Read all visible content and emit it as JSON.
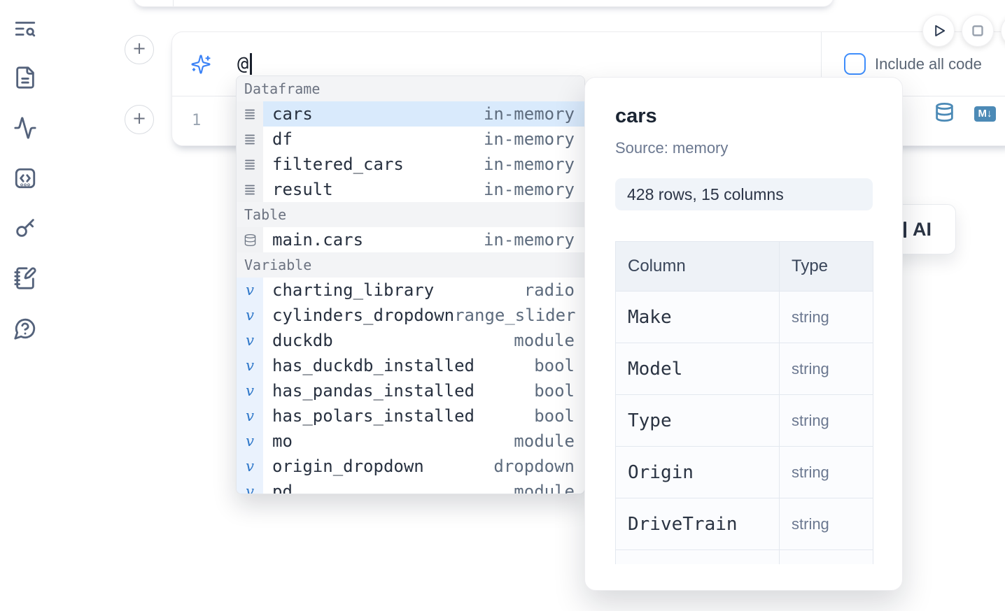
{
  "colors": {
    "accent_blue": "#3b82f6",
    "steel_blue": "#4c8ab6",
    "selected_row_bg": "#d9eafc"
  },
  "sidebar": {
    "items": [
      {
        "icon": "list-search-icon"
      },
      {
        "icon": "file-document-icon"
      },
      {
        "icon": "activity-icon"
      },
      {
        "icon": "code-snippet-icon"
      },
      {
        "icon": "key-icon"
      },
      {
        "icon": "notebook-pen-icon"
      },
      {
        "icon": "help-chat-icon"
      }
    ]
  },
  "cell_toolbar": {
    "run_icon": "play-icon",
    "stop_icon": "stop-icon",
    "include_all_code_label": "Include all code",
    "include_all_code_checked": false
  },
  "ai_prompt": {
    "icon": "sparkles-icon",
    "value": "@"
  },
  "code_editor": {
    "line_number": "1",
    "actions": [
      {
        "icon": "database-icon"
      },
      {
        "icon": "markdown-icon",
        "badge": "M↓"
      }
    ]
  },
  "autocomplete": {
    "sections": [
      {
        "label": "Dataframe",
        "items": [
          {
            "name": "cars",
            "meta": "in-memory",
            "selected": true
          },
          {
            "name": "df",
            "meta": "in-memory"
          },
          {
            "name": "filtered_cars",
            "meta": "in-memory"
          },
          {
            "name": "result",
            "meta": "in-memory"
          }
        ]
      },
      {
        "label": "Table",
        "items": [
          {
            "name": "main.cars",
            "meta": "in-memory"
          }
        ]
      },
      {
        "label": "Variable",
        "items": [
          {
            "name": "charting_library",
            "meta": "radio"
          },
          {
            "name": "cylinders_dropdown",
            "meta": "range_slider"
          },
          {
            "name": "duckdb",
            "meta": "module"
          },
          {
            "name": "has_duckdb_installed",
            "meta": "bool"
          },
          {
            "name": "has_pandas_installed",
            "meta": "bool"
          },
          {
            "name": "has_polars_installed",
            "meta": "bool"
          },
          {
            "name": "mo",
            "meta": "module"
          },
          {
            "name": "origin_dropdown",
            "meta": "dropdown"
          },
          {
            "name": "pd",
            "meta": "module"
          }
        ]
      }
    ]
  },
  "preview": {
    "title": "cars",
    "source_label": "Source: memory",
    "shape_label": "428 rows, 15 columns",
    "table": {
      "headers": [
        "Column",
        "Type"
      ],
      "rows": [
        [
          "Make",
          "string"
        ],
        [
          "Model",
          "string"
        ],
        [
          "Type",
          "string"
        ],
        [
          "Origin",
          "string"
        ],
        [
          "DriveTrain",
          "string"
        ],
        [
          "",
          ""
        ]
      ]
    }
  },
  "ai_button": {
    "visible_label": "AI"
  }
}
